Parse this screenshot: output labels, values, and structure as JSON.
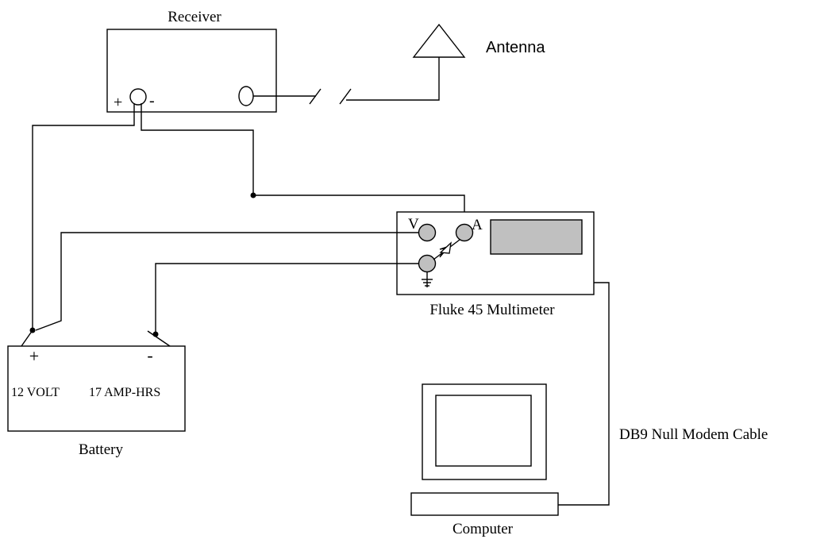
{
  "labels": {
    "receiver": "Receiver",
    "antenna": "Antenna",
    "receiver_plus": "+",
    "receiver_minus": "-",
    "multimeter": "Fluke 45 Multimeter",
    "meter_v": "V",
    "meter_a": "A",
    "battery": "Battery",
    "battery_plus": "+",
    "battery_minus": "-",
    "battery_volt": "12 VOLT",
    "battery_capacity": "17 AMP-HRS",
    "cable": "DB9 Null Modem Cable",
    "computer": "Computer"
  },
  "colors": {
    "line": "#000000",
    "background": "#ffffff",
    "jack_fill": "#c0c0c0",
    "display_fill": "#c0c0c0"
  }
}
